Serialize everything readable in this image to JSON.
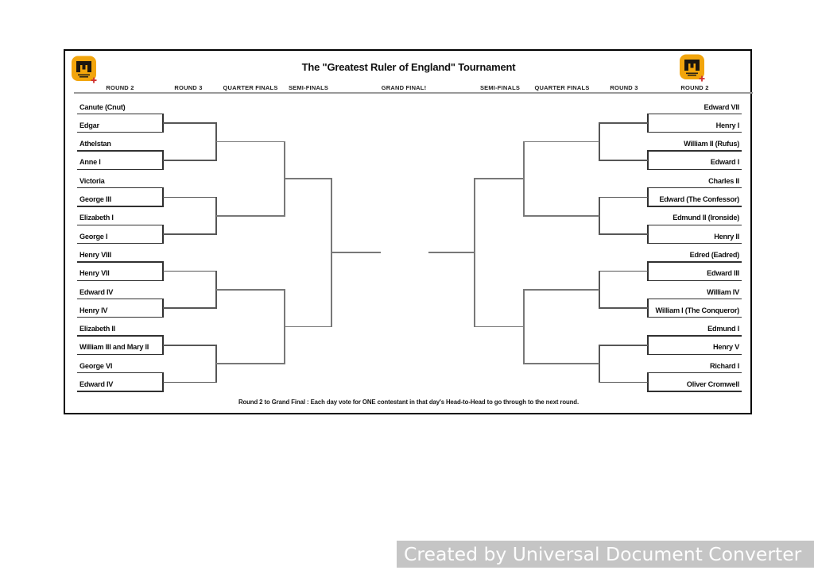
{
  "title": "The \"Greatest Ruler of England\" Tournament",
  "columns": [
    "ROUND 2",
    "ROUND 3",
    "QUARTER FINALS",
    "SEMI-FINALS",
    "GRAND FINAL!",
    "SEMI-FINALS",
    "QUARTER FINALS",
    "ROUND 3",
    "ROUND 2"
  ],
  "bracket": {
    "left_players": [
      "Canute (Cnut)",
      "Edgar",
      "Athelstan",
      "Anne I",
      "Victoria",
      "George III",
      "Elizabeth I",
      "George I",
      "Henry VIII",
      "Henry VII",
      "Edward IV",
      "Henry IV",
      "Elizabeth II",
      "William III and Mary II",
      "George VI",
      "Edward IV"
    ],
    "right_players": [
      "Edward VII",
      "Henry I",
      "William II (Rufus)",
      "Edward I",
      "Charles II",
      "Edward (The Confessor)",
      "Edmund II (Ironside)",
      "Henry II",
      "Edred (Eadred)",
      "Edward III",
      "William IV",
      "William I (The Conqueror)",
      "Edmund I",
      "Henry V",
      "Richard I",
      "Oliver Cromwell"
    ],
    "rounds_left_to_right": [
      "ROUND 2",
      "ROUND 3",
      "QUARTER FINALS",
      "SEMI-FINALS",
      "GRAND FINAL!"
    ]
  },
  "footer_note": "Round 2 to Grand Final : Each day vote for ONE contestant in that day's Head-to-Head to go through to the next round.",
  "watermark_text": "Created by Universal Document Converter",
  "icons": {
    "top_left": "tournament-logo",
    "top_right": "tournament-logo"
  },
  "colors": {
    "logo_gold": "#F2A50C",
    "logo_glyph": "#1B160F",
    "logo_cross": "#CF3130",
    "bracket_line_dark": "#303030",
    "bracket_line_gray": "#787878",
    "header_rule": "#9A9A9A",
    "watermark_bg": "#C5C5C5",
    "watermark_fg": "#FDFDFD"
  }
}
